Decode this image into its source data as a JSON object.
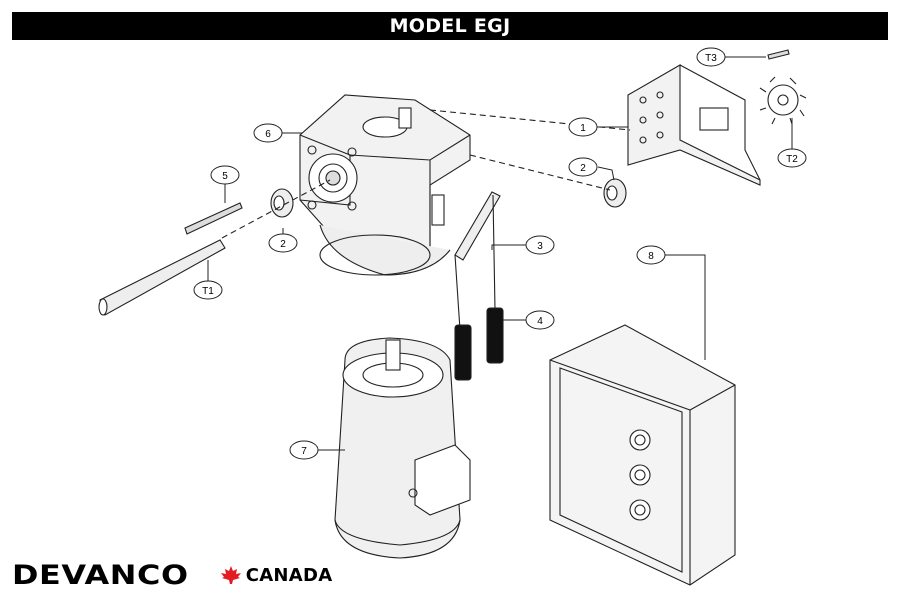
{
  "header": {
    "title": "MODEL EGJ"
  },
  "callouts": [
    {
      "id": "1",
      "label": "1"
    },
    {
      "id": "2a",
      "label": "2"
    },
    {
      "id": "2b",
      "label": "2"
    },
    {
      "id": "3",
      "label": "3"
    },
    {
      "id": "4",
      "label": "4"
    },
    {
      "id": "5",
      "label": "5"
    },
    {
      "id": "6",
      "label": "6"
    },
    {
      "id": "7",
      "label": "7"
    },
    {
      "id": "8",
      "label": "8"
    },
    {
      "id": "T1",
      "label": "T1"
    },
    {
      "id": "T2",
      "label": "T2"
    },
    {
      "id": "T3",
      "label": "T3"
    }
  ],
  "brand": {
    "name": "DEVANCO",
    "region": "CANADA",
    "accent": "#e31b23"
  }
}
